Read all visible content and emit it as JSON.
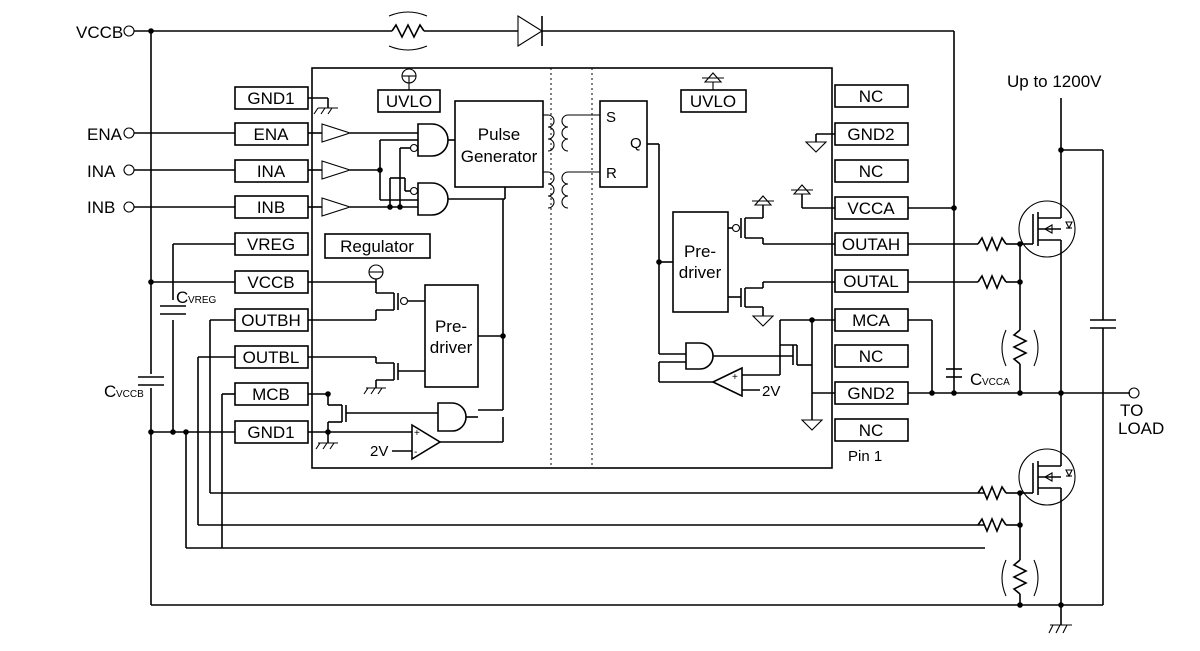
{
  "left_terminals": [
    "VCCB",
    "ENA",
    "INA",
    "INB"
  ],
  "left_pins": [
    "GND1",
    "ENA",
    "INA",
    "INB",
    "VREG",
    "VCCB",
    "OUTBH",
    "OUTBL",
    "MCB",
    "GND1"
  ],
  "right_pins": [
    "NC",
    "GND2",
    "NC",
    "VCCA",
    "OUTAH",
    "OUTAL",
    "MCA",
    "NC",
    "GND2",
    "NC"
  ],
  "blocks": {
    "uvlo_left": "UVLO",
    "uvlo_right": "UVLO",
    "pulse_generator": [
      "Pulse",
      "Generator"
    ],
    "regulator": "Regulator",
    "predriver_left": [
      "Pre-",
      "driver"
    ],
    "predriver_right": [
      "Pre-",
      "driver"
    ],
    "latch_s": "S",
    "latch_r": "R",
    "latch_q": "Q"
  },
  "voltages": {
    "ref_left": "2V",
    "ref_right": "2V",
    "supply": "Up to 1200V"
  },
  "capacitors": {
    "vreg": {
      "main": "C",
      "sub": "VREG"
    },
    "vccb": {
      "main": "C",
      "sub": "VCCB"
    },
    "vcca": {
      "main": "C",
      "sub": "VCCA"
    }
  },
  "output": [
    "TO",
    "LOAD"
  ],
  "pin1_label": "Pin 1"
}
